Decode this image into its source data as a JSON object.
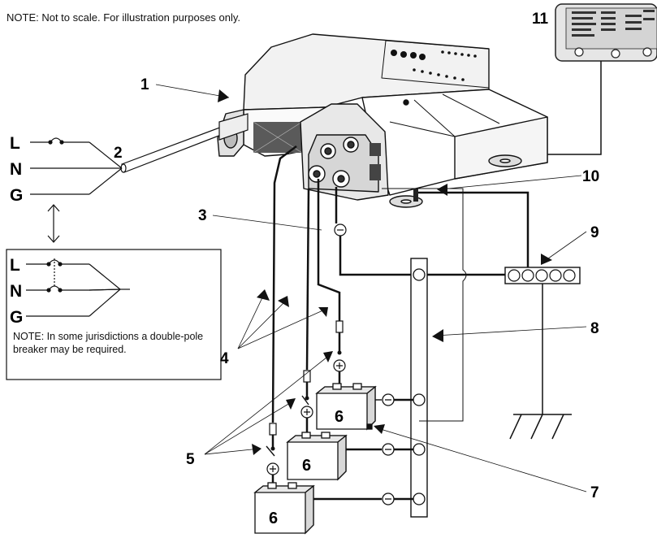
{
  "notes": {
    "top": "NOTE: Not to scale. For illustration purposes only.",
    "jurisdiction": "NOTE: In some jurisdictions a double-pole breaker may be required."
  },
  "callouts": [
    "1",
    "2",
    "3",
    "4",
    "5",
    "7",
    "8",
    "9",
    "10",
    "11"
  ],
  "ac_lines": [
    "L",
    "N",
    "G"
  ],
  "battery_label": "6"
}
